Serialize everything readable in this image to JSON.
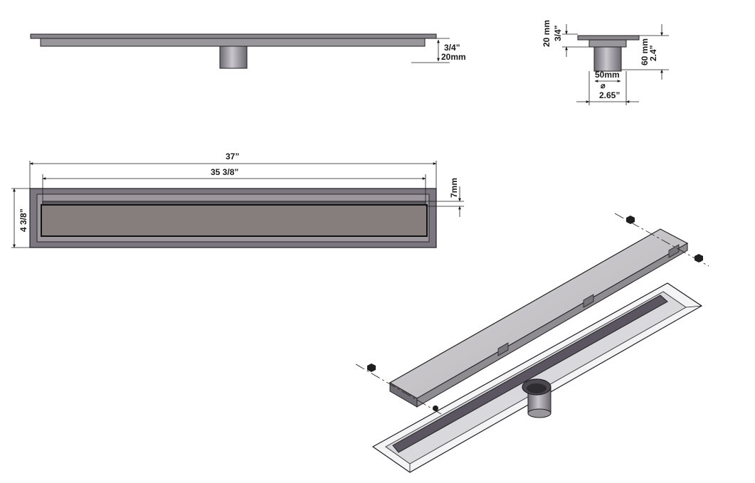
{
  "title": "",
  "colors": {
    "steel_dark": "#6e6a70",
    "steel_mid": "#8f8b90",
    "steel_light": "#b9b6bb",
    "grate_fill": "#857d7b",
    "outline": "#1f1f1f",
    "background": "#ffffff"
  },
  "side_view": {
    "dim_height_in": "3/4”",
    "dim_height_mm": "20mm"
  },
  "end_view": {
    "dim_flange_mm": "20 mm",
    "dim_flange_in": "3/4”",
    "dim_outlet_mm": "60 mm",
    "dim_outlet_in": "2.4”",
    "dim_diameter": "50mm",
    "dim_diameter_symbol": "⌀",
    "dim_width": "2.65”"
  },
  "top_view": {
    "dim_overall_length": "37”",
    "dim_grate_length": "35 3/8”",
    "dim_gap": "7mm",
    "dim_width": "4 3/8”"
  },
  "isometric_view": {
    "parts": [
      "grate",
      "channel",
      "outlet-pipe",
      "leveling-screw"
    ]
  }
}
